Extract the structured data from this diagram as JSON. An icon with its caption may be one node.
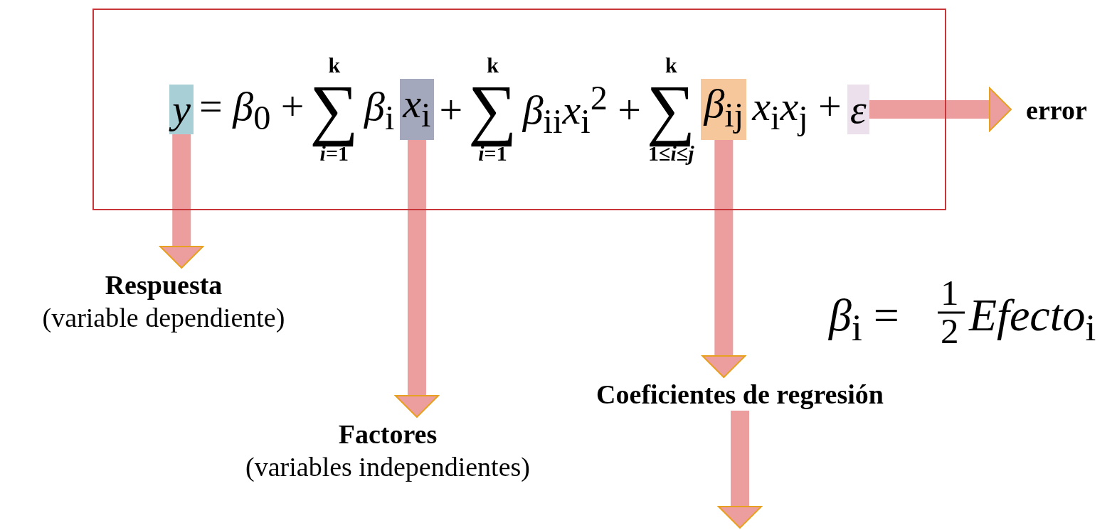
{
  "diagram": {
    "nodes": [
      {
        "text": [
          "= *β*$_{0}$ +",
          "k",
          "∑",
          "*i*=1",
          "*β*$_{i}$",
          "+",
          "k",
          "∑",
          "*i*=1",
          "*β*$_{ii}$*x*$_{i}$$^{2}$ +",
          "k",
          "∑",
          "1≤*i*≤*j*",
          "*x*$_{i}$*x*$_{j}$ +"
        ]
      },
      {
        "text": [
          "*y*"
        ],
        "in": 0
      },
      {
        "text": [
          "*x*$_{i}$"
        ],
        "in": 0
      },
      {
        "text": [
          "*β*$_{ij}$"
        ],
        "in": 0
      },
      {
        "text": [
          "*ε*"
        ],
        "in": 0
      },
      {
        "text": [
          "Respuesta",
          "(variable dependiente)"
        ]
      },
      {
        "text": [
          "Factores",
          "(variables independientes)"
        ]
      },
      {
        "text": [
          "Coeficientes de regresión"
        ]
      },
      {
        "text": [
          "error"
        ]
      }
    ],
    "edges": [
      {
        "from": 1,
        "to": 5,
        "arrow": "to"
      },
      {
        "from": 2,
        "to": 6,
        "arrow": "to"
      },
      {
        "from": 3,
        "to": 7,
        "arrow": "to"
      },
      {
        "from": 4,
        "to": 8,
        "arrow": "to"
      },
      {
        "from": 7,
        "to": null,
        "arrow": "to"
      }
    ],
    "labels": [
      "*β*$_{i}$ =",
      "1",
      "2",
      "*Efecto*$_{i}$"
    ]
  }
}
